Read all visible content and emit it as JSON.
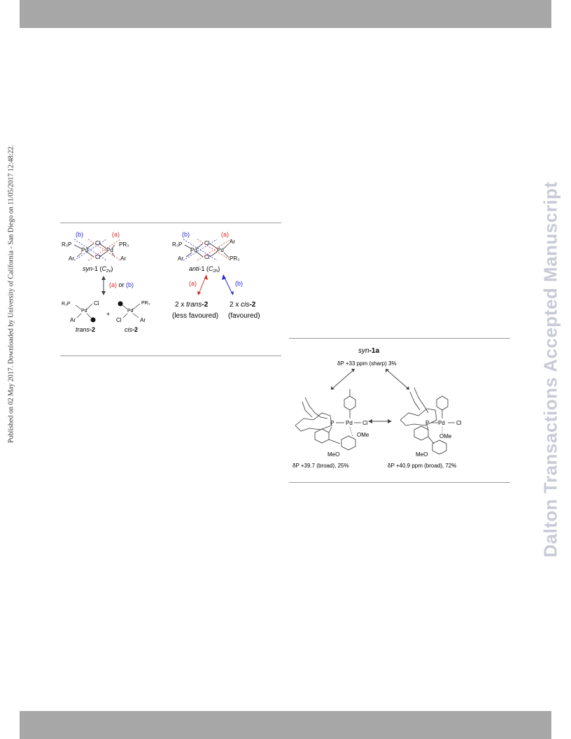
{
  "side_text_left": "Published on 02 May 2017. Downloaded by University of California - San Diego on 11/05/2017 12:48:22.",
  "side_text_right": "Dalton Transactions Accepted Manuscript",
  "scheme1": {
    "label_a": "(a)",
    "label_b": "(b)",
    "syn": {
      "left_group": "R₃P",
      "right_group": "PR₃",
      "metal_left": "Pd",
      "metal_right": "Pd",
      "bridge_top": "Cl",
      "bridge_bottom": "Cl",
      "ar_left": "Ar",
      "ar_right": "Ar",
      "caption_prefix": "syn",
      "caption_num": "-1 (",
      "caption_sym": "C",
      "caption_sub": "2v",
      "caption_end": ")"
    },
    "anti": {
      "left_group": "R₃P",
      "right_top": "Ar",
      "right_bottom": "PR₃",
      "metal_left": "Pd",
      "metal_right": "Pd",
      "bridge_top": "Cl",
      "bridge_bottom": "Cl",
      "ar_left": "Ar",
      "caption_prefix": "anti",
      "caption_num": "-1 (",
      "caption_sym": "C",
      "caption_sub": "2h",
      "caption_end": ")"
    },
    "equilibrium_label_a": "(a)",
    "equilibrium_label_or": " or ",
    "equilibrium_label_b": "(b)",
    "trans": {
      "group": "R₃P",
      "metal": "Pd",
      "cl": "Cl",
      "ar": "Ar",
      "caption_prefix": "trans",
      "caption_num": "-2"
    },
    "plus": "+",
    "cis": {
      "group": "PR₃",
      "metal": "Pd",
      "cl": "Cl",
      "ar": "Ar",
      "caption_prefix": "cis",
      "caption_num": "-2"
    },
    "arrow_a_label": "(a)",
    "arrow_b_label": "(b)",
    "product_trans_prefix": "2 x ",
    "product_trans_italic": "trans",
    "product_trans_num": "-2",
    "product_cis_prefix": "2 x ",
    "product_cis_italic": "cis",
    "product_cis_num": "-2",
    "product_trans_note": "(less favoured)",
    "product_cis_note": "(favoured)",
    "colors": {
      "red": "#d42a2a",
      "blue": "#2a2ad4",
      "rule": "#9a9a9a"
    }
  },
  "scheme2": {
    "title_prefix": "syn",
    "title_num": "-1a",
    "top_shift": "δP +33 ppm (sharp) 3%",
    "left": {
      "p": "P",
      "pd": "Pd",
      "cl": "Cl",
      "ome": "OMe",
      "meo": "MeO",
      "shift": "δP +39.7 (broad), 25%"
    },
    "right": {
      "p": "P",
      "pd": "Pd",
      "cl": "Cl",
      "ome": "OMe",
      "meo": "MeO",
      "shift": "δP +40.9 ppm (broad), 72%"
    }
  }
}
